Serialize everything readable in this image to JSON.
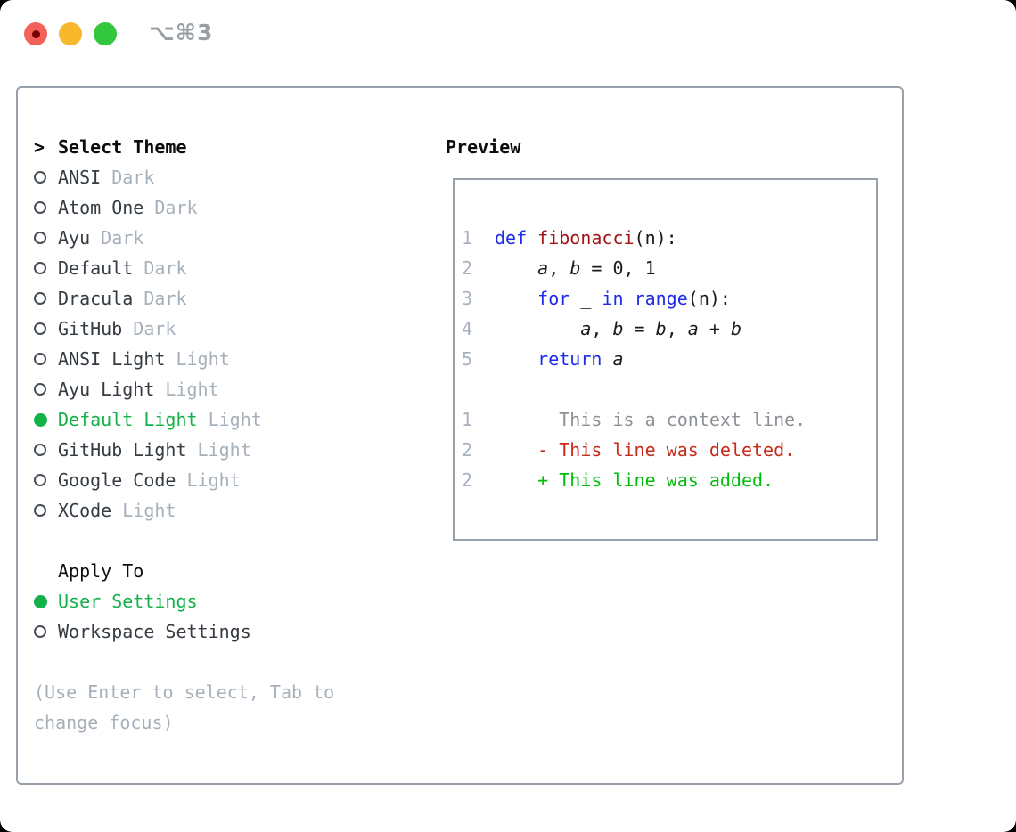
{
  "window": {
    "shortcut": "⌥⌘3",
    "traffic_lights": [
      "close",
      "minimize",
      "zoom"
    ]
  },
  "theme_list": {
    "cursor": ">",
    "header": "Select Theme",
    "items": [
      {
        "name": "ANSI",
        "variant": "Dark",
        "selected": false
      },
      {
        "name": "Atom One",
        "variant": "Dark",
        "selected": false
      },
      {
        "name": "Ayu",
        "variant": "Dark",
        "selected": false
      },
      {
        "name": "Default",
        "variant": "Dark",
        "selected": false
      },
      {
        "name": "Dracula",
        "variant": "Dark",
        "selected": false
      },
      {
        "name": "GitHub",
        "variant": "Dark",
        "selected": false
      },
      {
        "name": "ANSI Light",
        "variant": "Light",
        "selected": false
      },
      {
        "name": "Ayu Light",
        "variant": "Light",
        "selected": false
      },
      {
        "name": "Default Light",
        "variant": "Light",
        "selected": true
      },
      {
        "name": "GitHub Light",
        "variant": "Light",
        "selected": false
      },
      {
        "name": "Google Code",
        "variant": "Light",
        "selected": false
      },
      {
        "name": "XCode",
        "variant": "Light",
        "selected": false
      }
    ]
  },
  "apply_to": {
    "header": "Apply To",
    "options": [
      {
        "name": "User Settings",
        "selected": true
      },
      {
        "name": "Workspace Settings",
        "selected": false
      }
    ]
  },
  "help": {
    "line1": "(Use Enter to select, Tab to",
    "line2": "change focus)"
  },
  "preview": {
    "header": "Preview",
    "code_lines": [
      {
        "num": "1",
        "tokens": [
          {
            "t": "def",
            "c": "keyword"
          },
          {
            "t": " ",
            "c": "plain"
          },
          {
            "t": "fibonacci",
            "c": "function"
          },
          {
            "t": "(n):",
            "c": "plain"
          }
        ]
      },
      {
        "num": "2",
        "tokens": [
          {
            "t": "    ",
            "c": "plain"
          },
          {
            "t": "a",
            "c": "variable"
          },
          {
            "t": ", ",
            "c": "plain"
          },
          {
            "t": "b",
            "c": "variable"
          },
          {
            "t": " = 0, 1",
            "c": "plain"
          }
        ]
      },
      {
        "num": "3",
        "tokens": [
          {
            "t": "    ",
            "c": "plain"
          },
          {
            "t": "for",
            "c": "keyword"
          },
          {
            "t": " _ ",
            "c": "plain"
          },
          {
            "t": "in",
            "c": "keyword"
          },
          {
            "t": " ",
            "c": "plain"
          },
          {
            "t": "range",
            "c": "keyword"
          },
          {
            "t": "(n):",
            "c": "plain"
          }
        ]
      },
      {
        "num": "4",
        "tokens": [
          {
            "t": "        ",
            "c": "plain"
          },
          {
            "t": "a",
            "c": "variable"
          },
          {
            "t": ", ",
            "c": "plain"
          },
          {
            "t": "b",
            "c": "variable"
          },
          {
            "t": " = ",
            "c": "plain"
          },
          {
            "t": "b",
            "c": "variable"
          },
          {
            "t": ", ",
            "c": "plain"
          },
          {
            "t": "a",
            "c": "variable"
          },
          {
            "t": " + ",
            "c": "plain"
          },
          {
            "t": "b",
            "c": "variable"
          }
        ]
      },
      {
        "num": "5",
        "tokens": [
          {
            "t": "    ",
            "c": "plain"
          },
          {
            "t": "return",
            "c": "keyword"
          },
          {
            "t": " ",
            "c": "plain"
          },
          {
            "t": "a",
            "c": "variable"
          }
        ]
      }
    ],
    "diff_lines": [
      {
        "num": "1",
        "kind": "context",
        "text": "      This is a context line."
      },
      {
        "num": "2",
        "kind": "deleted",
        "text": "    - This line was deleted."
      },
      {
        "num": "2",
        "kind": "added",
        "text": "    + This line was added."
      }
    ]
  },
  "colors": {
    "selection_green": "#12b249",
    "diff_added": "#00bd0c",
    "diff_deleted": "#c62c1b",
    "diff_context": "#8c9196",
    "keyword_blue": "#1e2cea",
    "function_red": "#a31515",
    "code_text": "#1a1a1a",
    "line_number": "#a8b2bf",
    "muted_gray": "#a6b0bb",
    "list_text": "#343b42",
    "heading_text": "#0b0d0f",
    "panel_border": "#98a1ab",
    "traffic_red": "#f4605a",
    "traffic_red_dot": "#7a0103",
    "traffic_yellow": "#f9b82b",
    "traffic_green": "#32c73c",
    "shortcut_gray": "#989ea4"
  }
}
